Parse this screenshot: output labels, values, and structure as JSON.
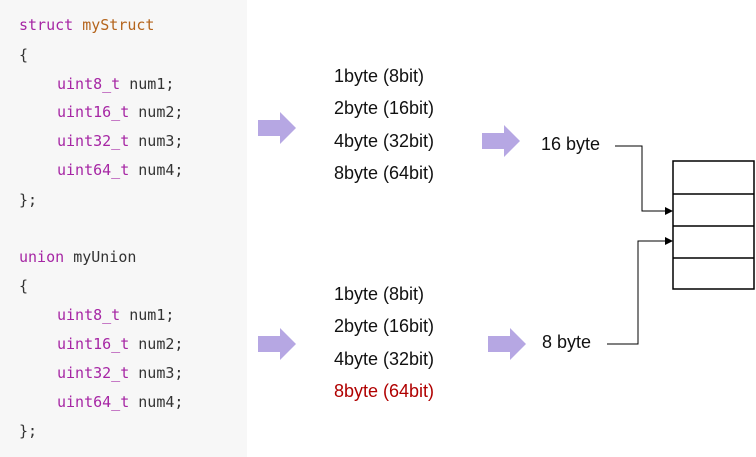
{
  "code": {
    "struct_block": {
      "keyword": "struct",
      "name": "myStruct",
      "open": "{",
      "close": "};",
      "fields": [
        {
          "type": "uint8_t",
          "name": "num1;"
        },
        {
          "type": "uint16_t",
          "name": "num2;"
        },
        {
          "type": "uint32_t",
          "name": "num3;"
        },
        {
          "type": "uint64_t",
          "name": "num4;"
        }
      ]
    },
    "union_block": {
      "keyword": "union",
      "name": "myUnion",
      "open": "{",
      "close": "};",
      "fields": [
        {
          "type": "uint8_t",
          "name": "num1;"
        },
        {
          "type": "uint16_t",
          "name": "num2;"
        },
        {
          "type": "uint32_t",
          "name": "num3;"
        },
        {
          "type": "uint64_t",
          "name": "num4;"
        }
      ]
    }
  },
  "struct_sizes": [
    "1byte (8bit)",
    "2byte (16bit)",
    "4byte (32bit)",
    "8byte (64bit)"
  ],
  "union_sizes": [
    "1byte (8bit)",
    "2byte (16bit)",
    "4byte (32bit)",
    "8byte (64bit)"
  ],
  "struct_result": "16 byte",
  "union_result": "8 byte",
  "colors": {
    "arrow": "#b6a7e3",
    "highlight": "#b00000",
    "code_keyword": "#a626a4",
    "code_identifier": "#b5651d",
    "panel_bg": "#f7f7f7"
  }
}
